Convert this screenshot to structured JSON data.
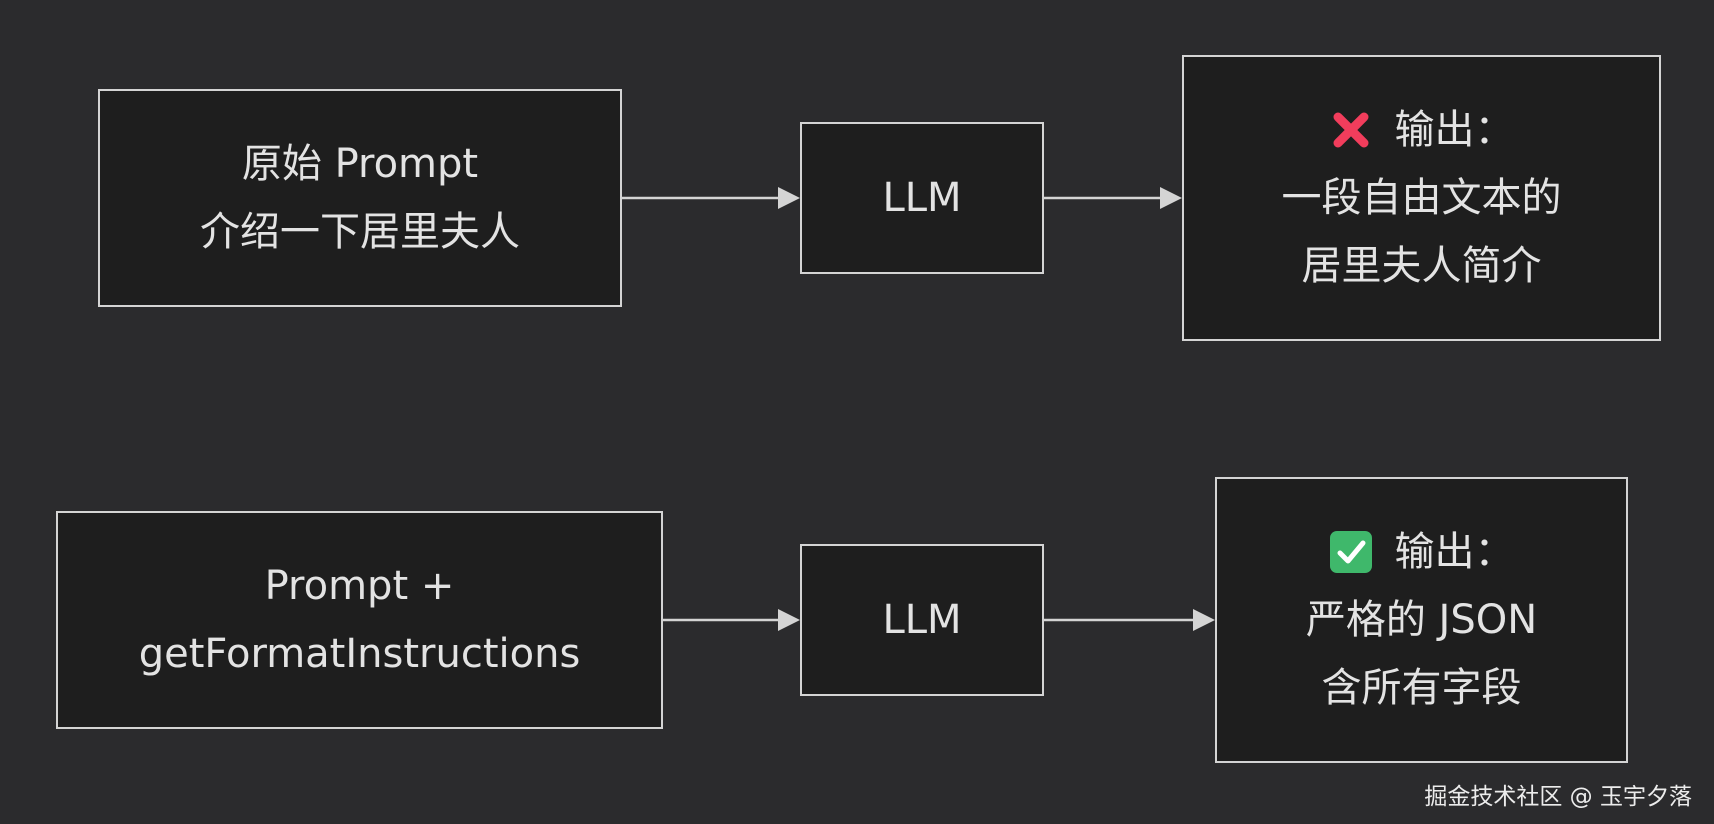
{
  "flows": [
    {
      "input": {
        "lines": [
          "原始 Prompt",
          "介绍一下居里夫人"
        ]
      },
      "model": {
        "label": "LLM"
      },
      "output": {
        "icon": "cross-mark-icon",
        "icon_color": "#f23d5c",
        "heading": "输出：",
        "lines": [
          "一段自由文本的",
          "居里夫人简介"
        ]
      }
    },
    {
      "input": {
        "lines": [
          "Prompt +",
          "getFormatInstructions"
        ]
      },
      "model": {
        "label": "LLM"
      },
      "output": {
        "icon": "check-mark-icon",
        "icon_color": "#3fb86b",
        "heading": "输出：",
        "lines": [
          "严格的 JSON",
          "含所有字段"
        ]
      }
    }
  ],
  "watermark": "掘金技术社区 @ 玉宇夕落",
  "colors": {
    "background": "#2b2b2d",
    "node_fill": "#1e1e1e",
    "node_border": "#d4d4d4",
    "edge": "#d4d4d4",
    "text": "#e3e3e3"
  }
}
